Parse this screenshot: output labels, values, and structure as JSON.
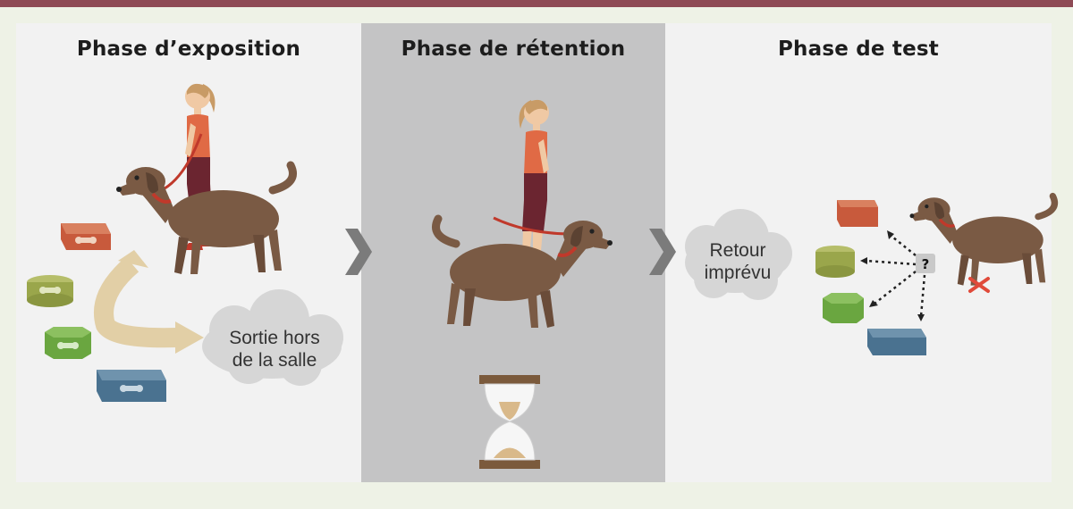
{
  "colors": {
    "top_rule": "#8e4a55",
    "panel_light": "#f2f2f2",
    "panel_gray": "#c4c4c5",
    "dog": "#7a5a44",
    "shirt": "#e06a45",
    "trousers": "#6b2530",
    "leash": "#c0392b",
    "box_orange": "#c85a3c",
    "box_olive": "#9aa64b",
    "box_green": "#6aa640",
    "box_blue": "#4a7290",
    "cloud": "#d6d6d6",
    "curved_arrow": "#e2cfa6",
    "cross": "#e04a3a"
  },
  "panels": [
    {
      "title": "Phase d’exposition"
    },
    {
      "title": "Phase de rétention"
    },
    {
      "title": "Phase de test"
    }
  ],
  "clouds": {
    "exit": {
      "line1": "Sortie hors",
      "line2": "de la salle"
    },
    "return": {
      "line1": "Retour",
      "line2": "imprévu"
    }
  },
  "question_mark": "?"
}
